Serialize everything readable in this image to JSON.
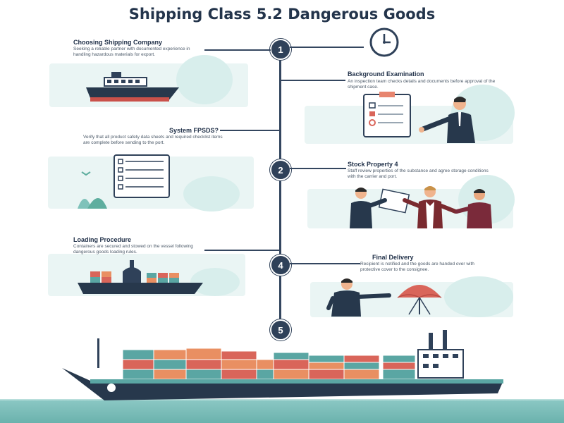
{
  "title": "Shipping Class 5.2 Dangerous Goods",
  "steps": [
    {
      "number": "1",
      "heading": "Choosing Shipping Company",
      "text": "Seeking a reliable partner with documented experience in handling hazardous materials for export."
    },
    {
      "number": "",
      "heading": "Background Examination",
      "text": "An inspection team checks details and documents before approval of the shipment case."
    },
    {
      "number": "",
      "heading": "System FPSDS?",
      "text": "Verify that all product safety data sheets and required checklist items are complete before sending to the port."
    },
    {
      "number": "2",
      "heading": "Stock Property 4",
      "text": "Staff review properties of the substance and agree storage conditions with the carrier and port."
    },
    {
      "number": "",
      "heading": "Loading Procedure",
      "text": "Containers are secured and stowed on the vessel following dangerous goods loading rules."
    },
    {
      "number": "4",
      "heading": "Final Delivery",
      "text": "Recipient is notified and the goods are handed over with protective cover to the consignee."
    },
    {
      "number": "5",
      "heading": "",
      "text": ""
    }
  ],
  "colors": {
    "navy": "#2f4159",
    "panel": "#eaf5f4",
    "mint": "#cfe9e6",
    "container_red": "#d9655a",
    "container_teal": "#5aa6a3",
    "container_orange": "#e98f62",
    "hull": "#27384c"
  },
  "icons": [
    "clock-icon",
    "ship-icon",
    "clipboard-icon",
    "checklist-icon",
    "people-icon",
    "umbrella-icon",
    "cargo-ship-icon"
  ]
}
